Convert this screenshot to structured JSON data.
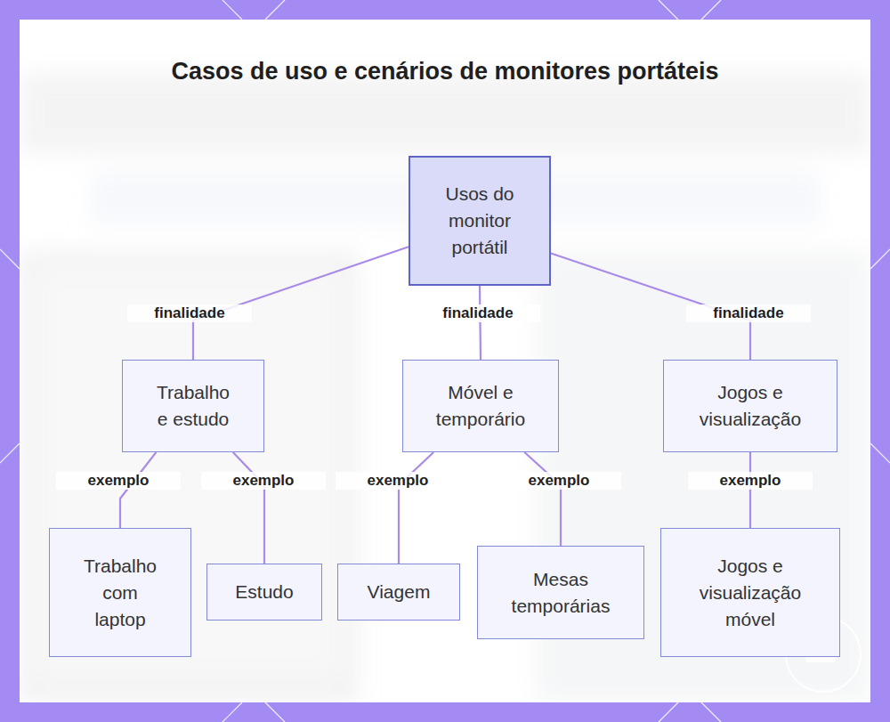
{
  "diagram": {
    "title": "Casos de uso e cenários de monitores portáteis",
    "nodes": [
      {
        "text": [
          "Usos do monitor portátil"
        ]
      },
      {
        "text": [
          "Trabalho e estudo"
        ]
      },
      {
        "text": [
          "Móvel e temporário"
        ]
      },
      {
        "text": [
          "Jogos e visualização"
        ]
      },
      {
        "text": [
          "Trabalho com laptop"
        ]
      },
      {
        "text": [
          "Estudo"
        ]
      },
      {
        "text": [
          "Viagem"
        ]
      },
      {
        "text": [
          "Mesas temporárias"
        ]
      },
      {
        "text": [
          "Jogos e visualização móvel"
        ]
      }
    ],
    "edges": [
      {
        "from": 0,
        "to": 1,
        "label": "finalidade",
        "arrow": "none"
      },
      {
        "from": 0,
        "to": 2,
        "label": "finalidade",
        "arrow": "none"
      },
      {
        "from": 0,
        "to": 3,
        "label": "finalidade",
        "arrow": "none"
      },
      {
        "from": 1,
        "to": 4,
        "label": "exemplo",
        "arrow": "none"
      },
      {
        "from": 1,
        "to": 5,
        "label": "exemplo",
        "arrow": "none"
      },
      {
        "from": 2,
        "to": 6,
        "label": "exemplo",
        "arrow": "none"
      },
      {
        "from": 2,
        "to": 7,
        "label": "exemplo",
        "arrow": "none"
      },
      {
        "from": 3,
        "to": 8,
        "label": "exemplo",
        "arrow": "none"
      }
    ]
  }
}
